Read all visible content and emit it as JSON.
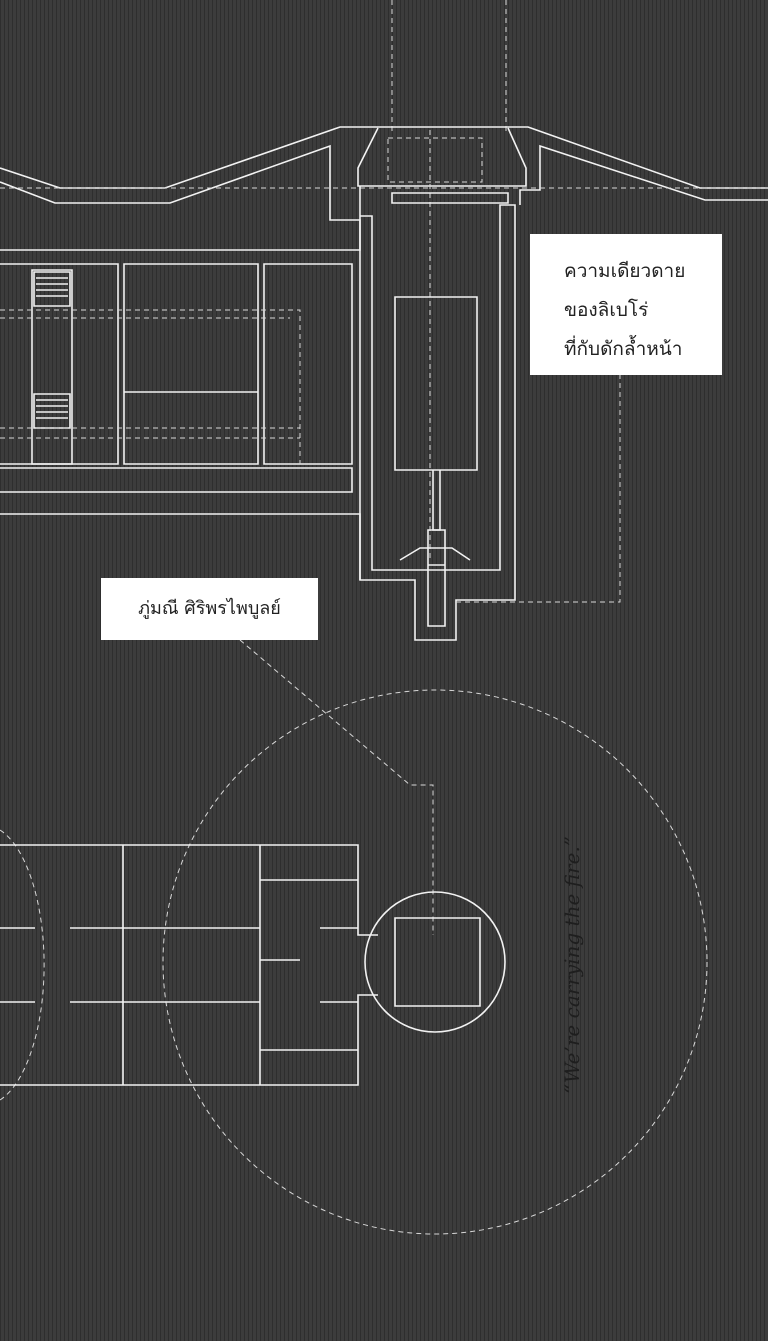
{
  "cover": {
    "title_lines": [
      "ความเดียวดาย",
      "ของลิเบโร่",
      "ที่กับดักล้ำหน้า"
    ],
    "author": "ภู่มณี ศิริพรไพบูลย์",
    "quote": "“We’re carrying the fire.”"
  },
  "colors": {
    "background": "#3a3a3a",
    "lines": "#f2f2f2",
    "label_bg": "#ffffff"
  }
}
